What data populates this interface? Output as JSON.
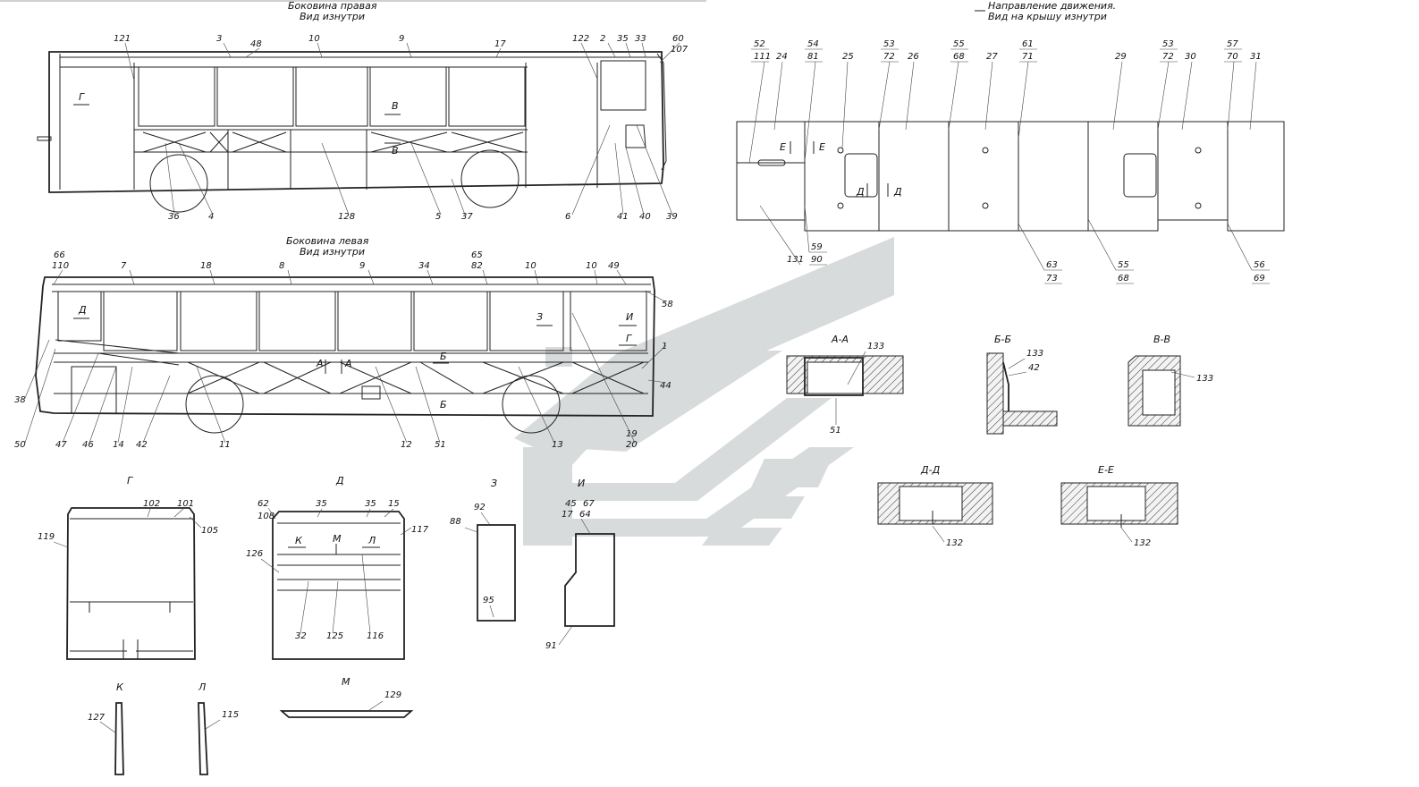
{
  "captions": {
    "right_side_1": "Боковина правая",
    "right_side_2": "Вид изнутри",
    "left_side_1": "Боковина левая",
    "left_side_2": "Вид изнутри",
    "direction_1": "Направление движения.",
    "direction_2": "Вид на крышу изнутри"
  },
  "views": {
    "G": "Г",
    "D": "Д",
    "Z": "З",
    "I": "И",
    "K": "К",
    "L": "Л",
    "M": "М"
  },
  "sections": {
    "AA": "А-А",
    "BB": "Б-Б",
    "VV": "В-В",
    "DD": "Д-Д",
    "EE": "Е-Е"
  },
  "view_marks": {
    "g": "Г",
    "v": "В",
    "d": "Д",
    "a": "А",
    "b": "Б",
    "z": "З",
    "i": "И",
    "e": "Е"
  },
  "labels_right_side": [
    "121",
    "3",
    "48",
    "10",
    "9",
    "17",
    "122",
    "2",
    "35",
    "33",
    "60",
    "107",
    "36",
    "4",
    "128",
    "5",
    "37",
    "6",
    "41",
    "40",
    "39"
  ],
  "labels_left_side": [
    "66",
    "110",
    "7",
    "18",
    "8",
    "9",
    "34",
    "65",
    "82",
    "10",
    "10",
    "49",
    "58",
    "1",
    "44",
    "38",
    "50",
    "47",
    "46",
    "14",
    "42",
    "11",
    "12",
    "51",
    "13",
    "19",
    "20"
  ],
  "labels_roof_top": [
    "52",
    "111",
    "24",
    "54",
    "81",
    "25",
    "53",
    "72",
    "26",
    "55",
    "68",
    "27",
    "61",
    "71",
    "29",
    "53",
    "72",
    "30",
    "57",
    "70",
    "31"
  ],
  "labels_roof_bottom": [
    "131",
    "59",
    "90",
    "63",
    "73",
    "55",
    "68",
    "56",
    "69"
  ],
  "labels_sections": [
    "133",
    "51",
    "133",
    "42",
    "133",
    "132",
    "132"
  ],
  "labels_g": [
    "102",
    "101",
    "105",
    "119"
  ],
  "labels_d": [
    "62",
    "108",
    "35",
    "35",
    "15",
    "117",
    "126",
    "32",
    "125",
    "116"
  ],
  "labels_z": [
    "92",
    "88",
    "95"
  ],
  "labels_i": [
    "45",
    "67",
    "17",
    "64",
    "91"
  ],
  "labels_klm": [
    "127",
    "115",
    "129"
  ]
}
